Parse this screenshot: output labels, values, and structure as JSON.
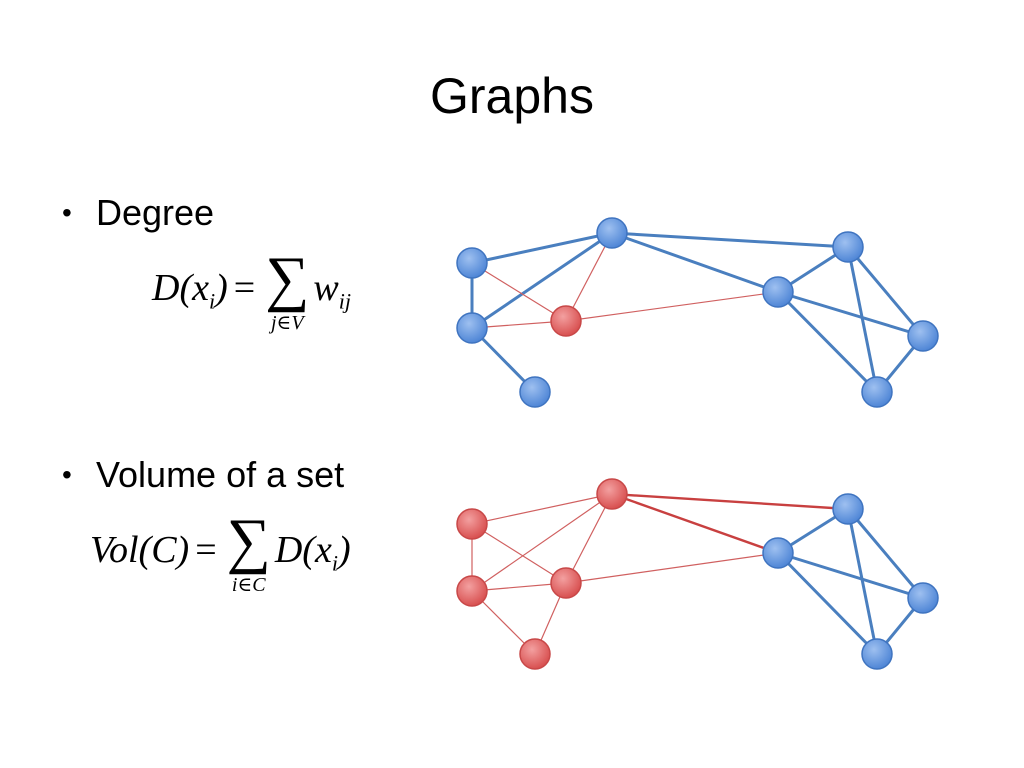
{
  "slide": {
    "title": "Graphs",
    "bullets": [
      {
        "text": "Degree",
        "marker": "•"
      },
      {
        "text": "Volume of a set",
        "marker": "•"
      }
    ]
  },
  "formulas": {
    "degree": {
      "lhs": "D(x",
      "lhs_sub": "i",
      "lhs_close": ")",
      "eq": "=",
      "sigma": "∑",
      "sum_index": "j∈V",
      "rhs": "w",
      "rhs_sub": "ij"
    },
    "volume": {
      "lhs": "Vol(C)",
      "eq": "=",
      "sigma": "∑",
      "sum_index": "i∈C",
      "rhs": "D(x",
      "rhs_sub": "i",
      "rhs_close": ")"
    }
  },
  "colors": {
    "blue_node": "#5b8fd9",
    "blue_edge": "#4a7fbf",
    "red_node": "#e06060",
    "red_edge": "#c84040",
    "thin_red_edge": "#d06060"
  }
}
